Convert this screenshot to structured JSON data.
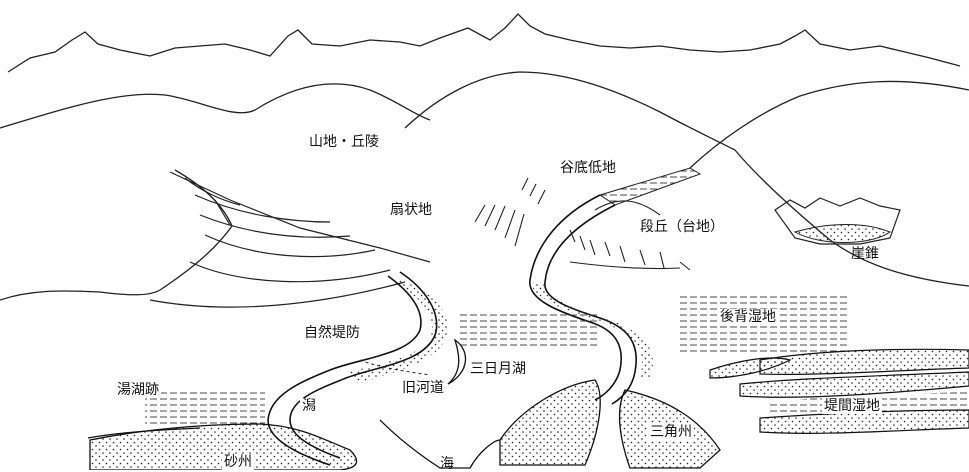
{
  "labels": {
    "mountains": "山地・丘陵",
    "alluvial_fan": "扇状地",
    "valley_bottom": "谷底低地",
    "terrace": "段丘（台地）",
    "talus_cone": "崖錐",
    "natural_levee": "自然堤防",
    "back_marsh": "後背湿地",
    "oxbow_lake": "三日月湖",
    "former_channel": "旧河道",
    "lagoon_trace": "湯湖跡",
    "lagoon": "潟",
    "inter_levee_marsh": "堤間湿地",
    "delta": "三角州",
    "sandbar": "砂州",
    "sea": "海"
  }
}
